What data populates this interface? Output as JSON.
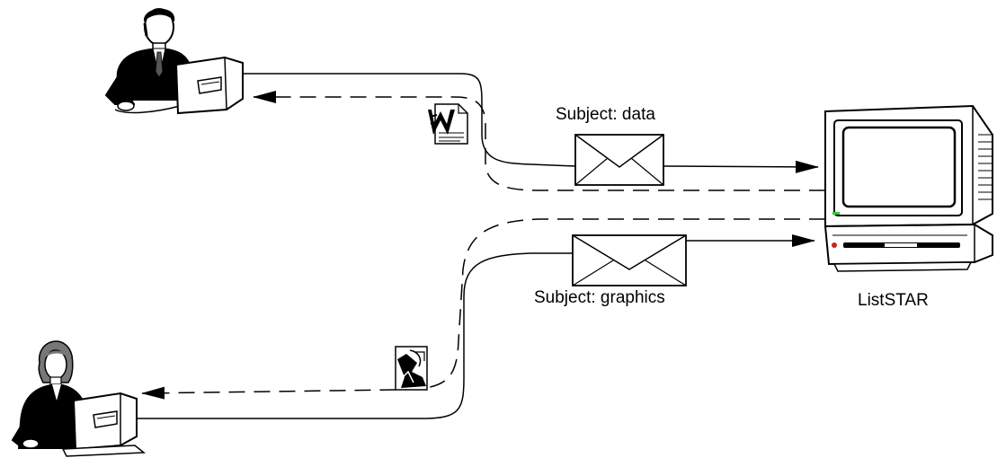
{
  "messages": {
    "data_subject": "Subject: data",
    "graphics_subject": "Subject: graphics"
  },
  "server": {
    "label": "ListSTAR"
  },
  "icons": {
    "top_user": "businessman-at-computer-icon",
    "bottom_user": "businesswoman-at-computer-icon",
    "server": "macintosh-computer-icon",
    "envelope": "envelope-icon",
    "word_document": "word-document-icon",
    "graphics_file": "graphics-file-icon"
  },
  "colors": {
    "stroke": "#000000",
    "background": "#ffffff",
    "server_led": "#33cc33",
    "server_power": "#cc2222"
  }
}
